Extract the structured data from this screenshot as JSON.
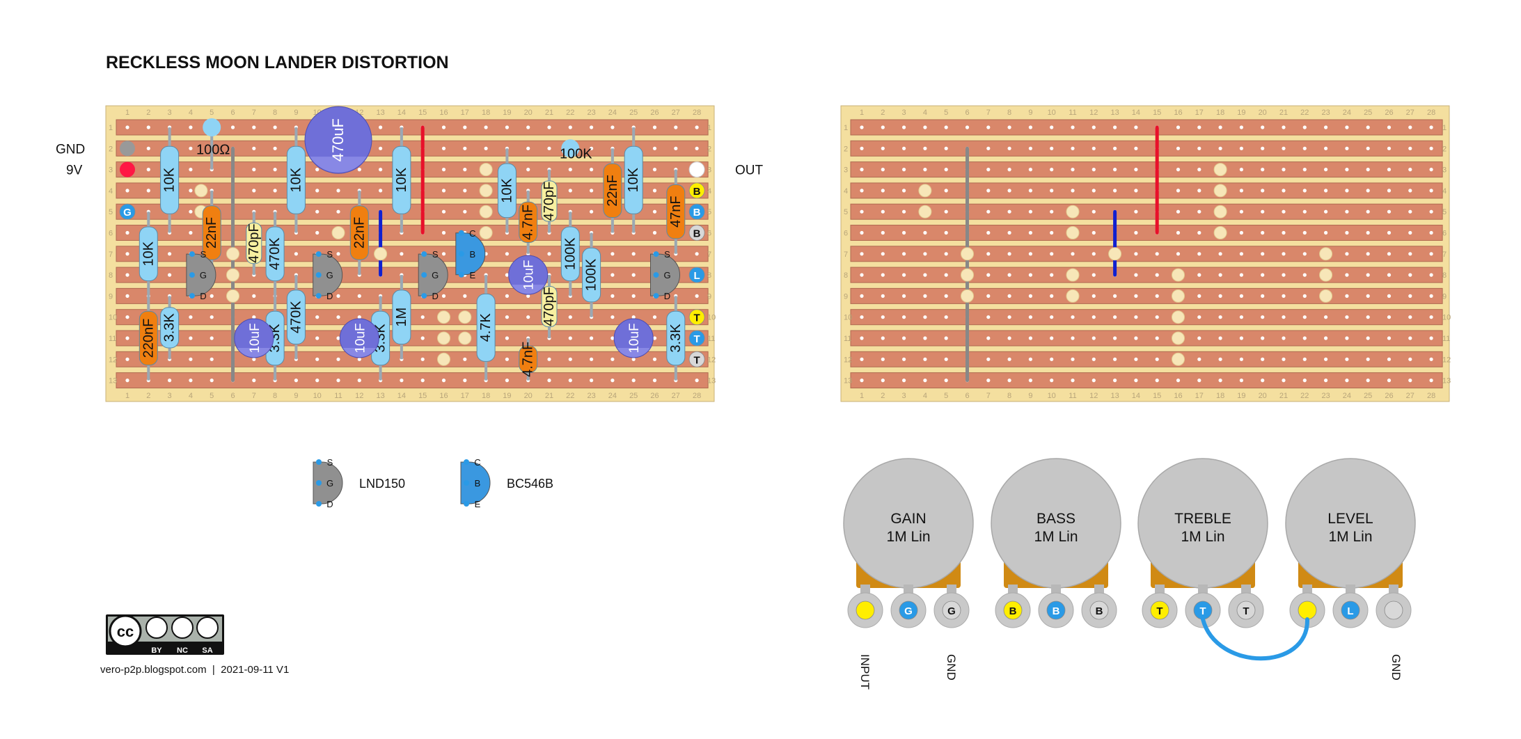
{
  "title": "RECKLESS MOON LANDER DISTORTION",
  "board": {
    "cols": 28,
    "rows": 13
  },
  "side_labels": {
    "gnd": "GND",
    "v9": "9V",
    "out": "OUT"
  },
  "components": {
    "resistors": [
      {
        "label": "10K",
        "col": 3,
        "r1": 1,
        "r2": 6
      },
      {
        "label": "10K",
        "col": 2,
        "r1": 5,
        "r2": 9
      },
      {
        "label": "3.3K",
        "col": 3,
        "r1": 9,
        "r2": 12
      },
      {
        "label": "470K",
        "col": 8,
        "r1": 5,
        "r2": 9
      },
      {
        "label": "3.3K",
        "col": 8,
        "r1": 9,
        "r2": 13
      },
      {
        "label": "10K",
        "col": 9,
        "r1": 1,
        "r2": 6
      },
      {
        "label": "470K",
        "col": 9,
        "r1": 8,
        "r2": 12
      },
      {
        "label": "3.3K",
        "col": 13,
        "r1": 9,
        "r2": 13
      },
      {
        "label": "1M",
        "col": 14,
        "r1": 8,
        "r2": 12
      },
      {
        "label": "10K",
        "col": 14,
        "r1": 1,
        "r2": 6
      },
      {
        "label": "4.7K",
        "col": 18,
        "r1": 8,
        "r2": 13
      },
      {
        "label": "10K",
        "col": 19,
        "r1": 2,
        "r2": 6
      },
      {
        "label": "100K",
        "col": 22,
        "r1": 5,
        "r2": 9
      },
      {
        "label": "100K",
        "col": 23,
        "r1": 6,
        "r2": 10
      },
      {
        "label": "10K",
        "col": 25,
        "r1": 1,
        "r2": 6
      },
      {
        "label": "3.3K",
        "col": 27,
        "r1": 9,
        "r2": 13
      }
    ],
    "film_caps": [
      {
        "label": "22nF",
        "col": 5,
        "r1": 4,
        "r2": 8
      },
      {
        "label": "220nF",
        "col": 2,
        "r1": 9,
        "r2": 13
      },
      {
        "label": "22nF",
        "col": 12,
        "r1": 4,
        "r2": 8
      },
      {
        "label": "4.7nF",
        "col": 20,
        "r1": 4,
        "r2": 7
      },
      {
        "label": "4.7nF",
        "col": 20,
        "r1": 11,
        "r2": 13
      },
      {
        "label": "22nF",
        "col": 24,
        "r1": 2,
        "r2": 6
      },
      {
        "label": "47nF",
        "col": 27,
        "r1": 3,
        "r2": 7
      }
    ],
    "ceramic_caps": [
      {
        "label": "470pF",
        "col": 7,
        "r1": 5,
        "r2": 8
      },
      {
        "label": "470pF",
        "col": 21,
        "r1": 3,
        "r2": 6
      },
      {
        "label": "470pF",
        "col": 21,
        "r1": 8,
        "r2": 11
      }
    ],
    "electrolytic_caps": [
      {
        "label": "470uF",
        "col": 11,
        "row": 1.6,
        "r": 48
      },
      {
        "label": "10uF",
        "col": 7,
        "row": 11,
        "r": 28
      },
      {
        "label": "10uF",
        "col": 12,
        "row": 11,
        "r": 28
      },
      {
        "label": "10uF",
        "col": 20,
        "row": 8,
        "r": 28
      },
      {
        "label": "10uF",
        "col": 25,
        "row": 11,
        "r": 28
      }
    ],
    "mosfets": [
      {
        "col": 4,
        "row": 8,
        "pins": [
          "S",
          "G",
          "D"
        ]
      },
      {
        "col": 10,
        "row": 8,
        "pins": [
          "S",
          "G",
          "D"
        ]
      },
      {
        "col": 15,
        "row": 8,
        "pins": [
          "S",
          "G",
          "D"
        ]
      },
      {
        "col": 26,
        "row": 8,
        "pins": [
          "S",
          "G",
          "D"
        ]
      }
    ],
    "bjts": [
      {
        "col": 17,
        "row": 7,
        "pins": [
          "C",
          "B",
          "E"
        ]
      }
    ],
    "small_resistor": {
      "label": "100Ω",
      "col": 5,
      "r1": 1,
      "r2": 3
    },
    "trim_label": {
      "label": "100K",
      "col": 22,
      "r1": 2,
      "r2": 3
    }
  },
  "board_pads": [
    {
      "label": "G",
      "col": 1,
      "row": 5,
      "color": "#2a9ae6"
    },
    {
      "label": "B",
      "col": 28,
      "row": 4,
      "color": "#ffee00"
    },
    {
      "label": "B",
      "col": 28,
      "row": 5,
      "color": "#2a9ae6"
    },
    {
      "label": "B",
      "col": 28,
      "row": 6,
      "color": "#d8d8d8"
    },
    {
      "label": "L",
      "col": 28,
      "row": 8,
      "color": "#2a9ae6"
    },
    {
      "label": "T",
      "col": 28,
      "row": 10,
      "color": "#ffee00"
    },
    {
      "label": "T",
      "col": 28,
      "row": 11,
      "color": "#2a9ae6"
    },
    {
      "label": "T",
      "col": 28,
      "row": 12,
      "color": "#d8d8d8"
    }
  ],
  "legend": [
    {
      "name": "LND150",
      "pins": [
        "S",
        "G",
        "D"
      ],
      "color": "#909090"
    },
    {
      "name": "BC546B",
      "pins": [
        "C",
        "B",
        "E"
      ],
      "color": "#3a98e0"
    }
  ],
  "pots": [
    {
      "name": "GAIN",
      "value": "1M Lin",
      "lugs": [
        {
          "label": "",
          "color": "#ffee00"
        },
        {
          "label": "G",
          "color": "#2a9ae6"
        },
        {
          "label": "G",
          "color": "#d8d8d8"
        }
      ]
    },
    {
      "name": "BASS",
      "value": "1M Lin",
      "lugs": [
        {
          "label": "B",
          "color": "#ffee00"
        },
        {
          "label": "B",
          "color": "#2a9ae6"
        },
        {
          "label": "B",
          "color": "#d8d8d8"
        }
      ]
    },
    {
      "name": "TREBLE",
      "value": "1M Lin",
      "lugs": [
        {
          "label": "T",
          "color": "#ffee00"
        },
        {
          "label": "T",
          "color": "#2a9ae6"
        },
        {
          "label": "T",
          "color": "#d8d8d8"
        }
      ]
    },
    {
      "name": "LEVEL",
      "value": "1M Lin",
      "lugs": [
        {
          "label": "",
          "color": "#ffee00"
        },
        {
          "label": "L",
          "color": "#2a9ae6"
        },
        {
          "label": "",
          "color": "#d8d8d8"
        }
      ]
    }
  ],
  "pot_bottom_labels": {
    "input": "INPUT",
    "gnd1": "GND",
    "gnd2": "GND"
  },
  "license": {
    "cc": "cc",
    "by": "BY",
    "nc": "NC",
    "sa": "SA"
  },
  "footer": "vero-p2p.blogspot.com  |  2021-09-11 V1",
  "colors": {
    "board": "#f4df9f",
    "strip": "#d9876a",
    "resistor": "#8fd4f5",
    "film": "#f07f10",
    "ceramic": "#f7efa0",
    "electro": "#6f6fd8",
    "jumper_red": "#e8102a",
    "jumper_blue": "#1020d0",
    "wire": "#888888"
  }
}
